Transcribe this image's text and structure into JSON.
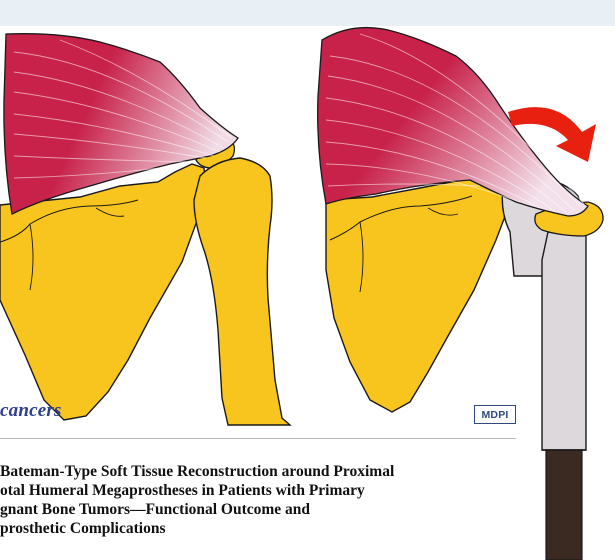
{
  "header": {
    "journal": "cancers",
    "publisher": "MDPI"
  },
  "article": {
    "title_lines": [
      "Bateman-Type Soft Tissue Reconstruction around Proximal",
      "otal Humeral Megaprostheses in Patients with Primary",
      "gnant Bone Tumors—Functional Outcome and",
      "prosthetic Complications"
    ]
  },
  "illustration": {
    "colors": {
      "muscle": "#c8224a",
      "muscle_light": "#f1dbe5",
      "bone": "#f8c51e",
      "bone_outline": "#1a1a1a",
      "prosthesis": "#dcd8dc",
      "stem": "#3a2a22",
      "arrow": "#e82010",
      "background_band": "#e8f0f6"
    }
  }
}
